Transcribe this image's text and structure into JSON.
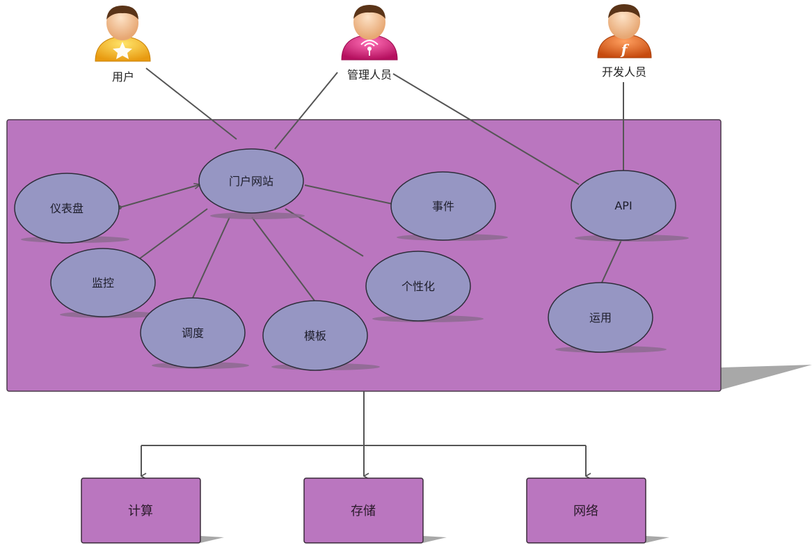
{
  "actors": {
    "user": {
      "label": "用户",
      "icon": "user-star-icon",
      "color": "#f2b31a"
    },
    "admin": {
      "label": "管理人员",
      "icon": "admin-signal-icon",
      "color": "#d6187e"
    },
    "developer": {
      "label": "开发人员",
      "icon": "developer-f-icon",
      "color": "#e8641c"
    }
  },
  "system": {
    "nodes": {
      "portal": "门户网站",
      "dashboard": "仪表盘",
      "monitor": "监控",
      "schedule": "调度",
      "template": "模板",
      "personalize": "个性化",
      "event": "事件",
      "api": "API",
      "ops": "运用"
    }
  },
  "infrastructure": {
    "compute": "计算",
    "storage": "存储",
    "network": "网络"
  },
  "colors": {
    "system_fill": "#ba76bf",
    "ellipse_fill": "#9696c3",
    "line": "#555555",
    "box_fill": "#ba76bf",
    "shadow": "#9a9a9a"
  }
}
